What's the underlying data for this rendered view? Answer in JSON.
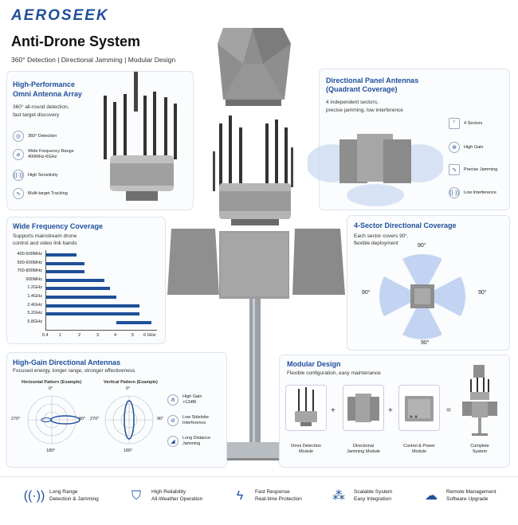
{
  "header": {
    "logo": "AEROSEEK",
    "title": "Anti-Drone System",
    "subtitle": "360° Detection  |  Directional Jamming  |  Modular Design"
  },
  "omni": {
    "title_line1": "High-Performance",
    "title_line2": "Omni Antenna Array",
    "desc_line1": "360° all-round detection,",
    "desc_line2": "fast target discovery",
    "features": [
      {
        "icon": "radar-icon",
        "line1": "360° Detection",
        "line2": ""
      },
      {
        "icon": "frequency-icon",
        "line1": "Wide Frequency Range",
        "line2": "400MHz-6GHz"
      },
      {
        "icon": "signal-icon",
        "line1": "High Sensitivity",
        "line2": ""
      },
      {
        "icon": "waveform-icon",
        "line1": "Multi-target Tracking",
        "line2": ""
      }
    ]
  },
  "panel": {
    "title_line1": "Directional Panel Antennas",
    "title_line2": "(Quadrant Coverage)",
    "desc_line1": "4 independent sectors,",
    "desc_line2": "precise jamming, low interference",
    "features": [
      {
        "icon": "sectors-icon",
        "label": "4 Sectors"
      },
      {
        "icon": "crosshair-icon",
        "label": "High Gain"
      },
      {
        "icon": "waveform-icon",
        "label": "Precise Jamming"
      },
      {
        "icon": "signal-icon",
        "label": "Low Interference"
      }
    ]
  },
  "freq": {
    "title": "Wide Frequency Coverage",
    "desc_line1": "Supports mainstream drone",
    "desc_line2": "control and video link bands",
    "axis_ticks": [
      "0.4",
      "1",
      "2",
      "3",
      "4",
      "5",
      "6 GHz"
    ]
  },
  "chart_data": {
    "type": "bar",
    "categories": [
      "400-500MHz",
      "500-600MHz",
      "700-800MHz",
      "900MHz",
      "1.2GHz",
      "1.4GHz",
      "2.4GHz",
      "5.2GHz",
      "5.8GHz"
    ],
    "series": [
      {
        "ranges": [
          [
            0.4,
            2.0
          ],
          [
            0.4,
            2.4
          ],
          [
            0.4,
            2.4
          ],
          [
            0.4,
            3.4
          ],
          [
            0.4,
            3.7
          ],
          [
            0.4,
            4.0
          ],
          [
            0.4,
            5.2
          ],
          [
            0.4,
            5.2
          ],
          [
            4.0,
            5.8
          ]
        ]
      }
    ],
    "xlim": [
      0.4,
      6
    ]
  },
  "sector": {
    "title": "4-Sector Directional Coverage",
    "desc_line1": "Each sector covers 90°,",
    "desc_line2": "flexible deployment",
    "deg_top": "90°",
    "deg_left": "90°",
    "deg_right": "90°",
    "deg_bottom": "90°"
  },
  "gain": {
    "title": "High-Gain Directional Antennas",
    "desc": "Focused energy, longer range, stronger effectiveness",
    "horizontal_label": "Horizontal Pattern (Example)",
    "vertical_label": "Vertical Pattern (Example)",
    "h_top": "0°",
    "h_left": "270°",
    "h_right": "90°",
    "h_bottom": "180°",
    "v_top": "0°",
    "v_left": "270°",
    "v_right": "90°",
    "v_bottom": "180°",
    "features": [
      {
        "icon": "gain-icon",
        "line1": "High Gain",
        "line2": ">12dBi"
      },
      {
        "icon": "sidelobe-icon",
        "line1": "Low Sidelobe",
        "line2": "Interference"
      },
      {
        "icon": "distance-icon",
        "line1": "Long Distance",
        "line2": "Jamming"
      }
    ]
  },
  "modular": {
    "title": "Modular Design",
    "desc": "Flexible configuration, easy maintenance",
    "modules": [
      {
        "line1": "Omni Detection",
        "line2": "Module"
      },
      {
        "line1": "Directional",
        "line2": "Jamming Module"
      },
      {
        "line1": "Control & Power",
        "line2": "Module"
      },
      {
        "line1": "Complete",
        "line2": "System"
      }
    ],
    "plus": "+",
    "equals": "="
  },
  "footer": [
    {
      "icon": "signal-icon",
      "line1": "Long Range",
      "line2": "Detection & Jamming"
    },
    {
      "icon": "shield-icon",
      "line1": "High Reliability",
      "line2": "All-Weather Operation"
    },
    {
      "icon": "bolt-icon",
      "line1": "Fast Response",
      "line2": "Real-time Protection"
    },
    {
      "icon": "network-icon",
      "line1": "Scalable System",
      "line2": "Easy Integration"
    },
    {
      "icon": "cloud-icon",
      "line1": "Remote Management",
      "line2": "Software Upgrade"
    }
  ]
}
